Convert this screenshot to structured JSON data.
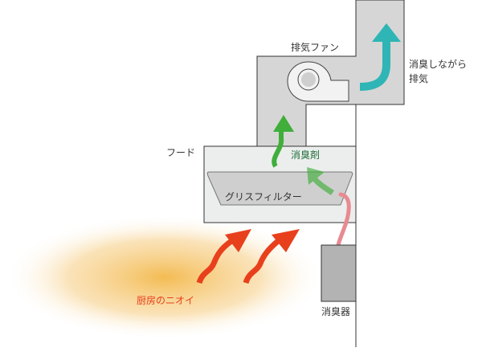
{
  "labels": {
    "fan": "排気ファン",
    "exhaust_line1": "消臭しながら",
    "exhaust_line2": "排気",
    "hood": "フード",
    "deodorant": "消臭剤",
    "grease_filter": "グリスフィルター",
    "kitchen_odor": "厨房のニオイ",
    "deodorizer": "消臭器"
  },
  "colors": {
    "duct": "#d6d6d6",
    "hood": "#eceeed",
    "green_arrow": "#3fae3a",
    "teal_arrow": "#2fb5b5",
    "red_arrow": "#e8401c",
    "pink_tube": "#e88a92",
    "odor_glow": "#f3b84a",
    "deodorant_text": "#1e6e3a",
    "odor_text": "#e8401c"
  }
}
